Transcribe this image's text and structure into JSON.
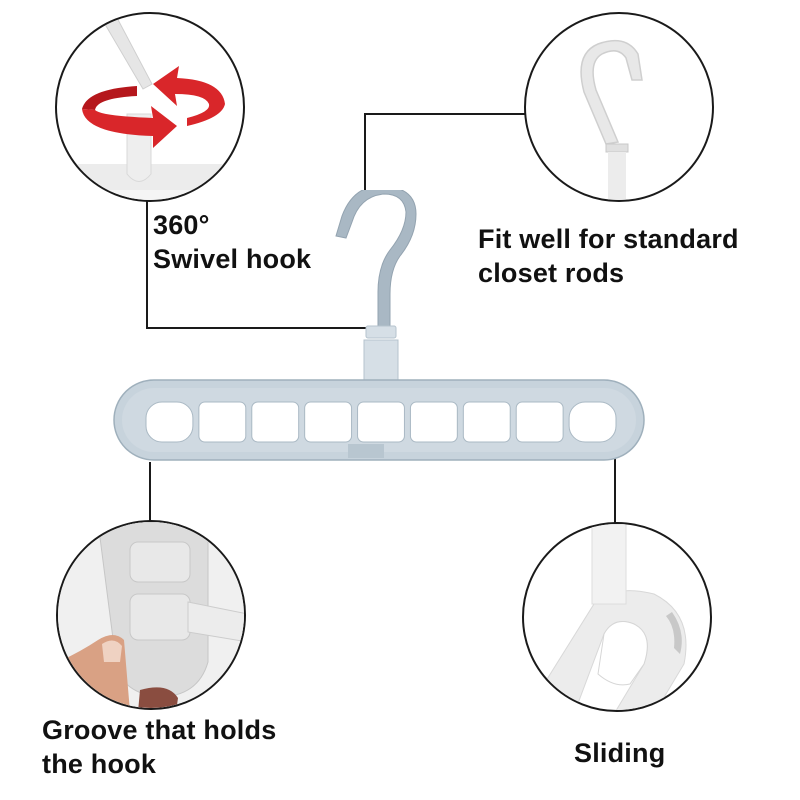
{
  "callouts": {
    "swivel": {
      "line1": "360°",
      "line2": "Swivel hook",
      "icon": "rotate-arrows-icon"
    },
    "rods": {
      "line1": "Fit well for standard",
      "line2": "closet rods",
      "icon": "hook-icon"
    },
    "groove": {
      "line1": "Groove that holds",
      "line2": "the hook",
      "icon": "groove-detail"
    },
    "sliding": {
      "line1": "Sliding",
      "icon": "sliding-detail"
    }
  },
  "product": {
    "name": "hanger",
    "slot_count": 9,
    "colors": {
      "body": "#c7d3dc",
      "hook": "#a9b8c4",
      "accent_arrow": "#d9262a",
      "outline": "#1a1a1a"
    }
  }
}
